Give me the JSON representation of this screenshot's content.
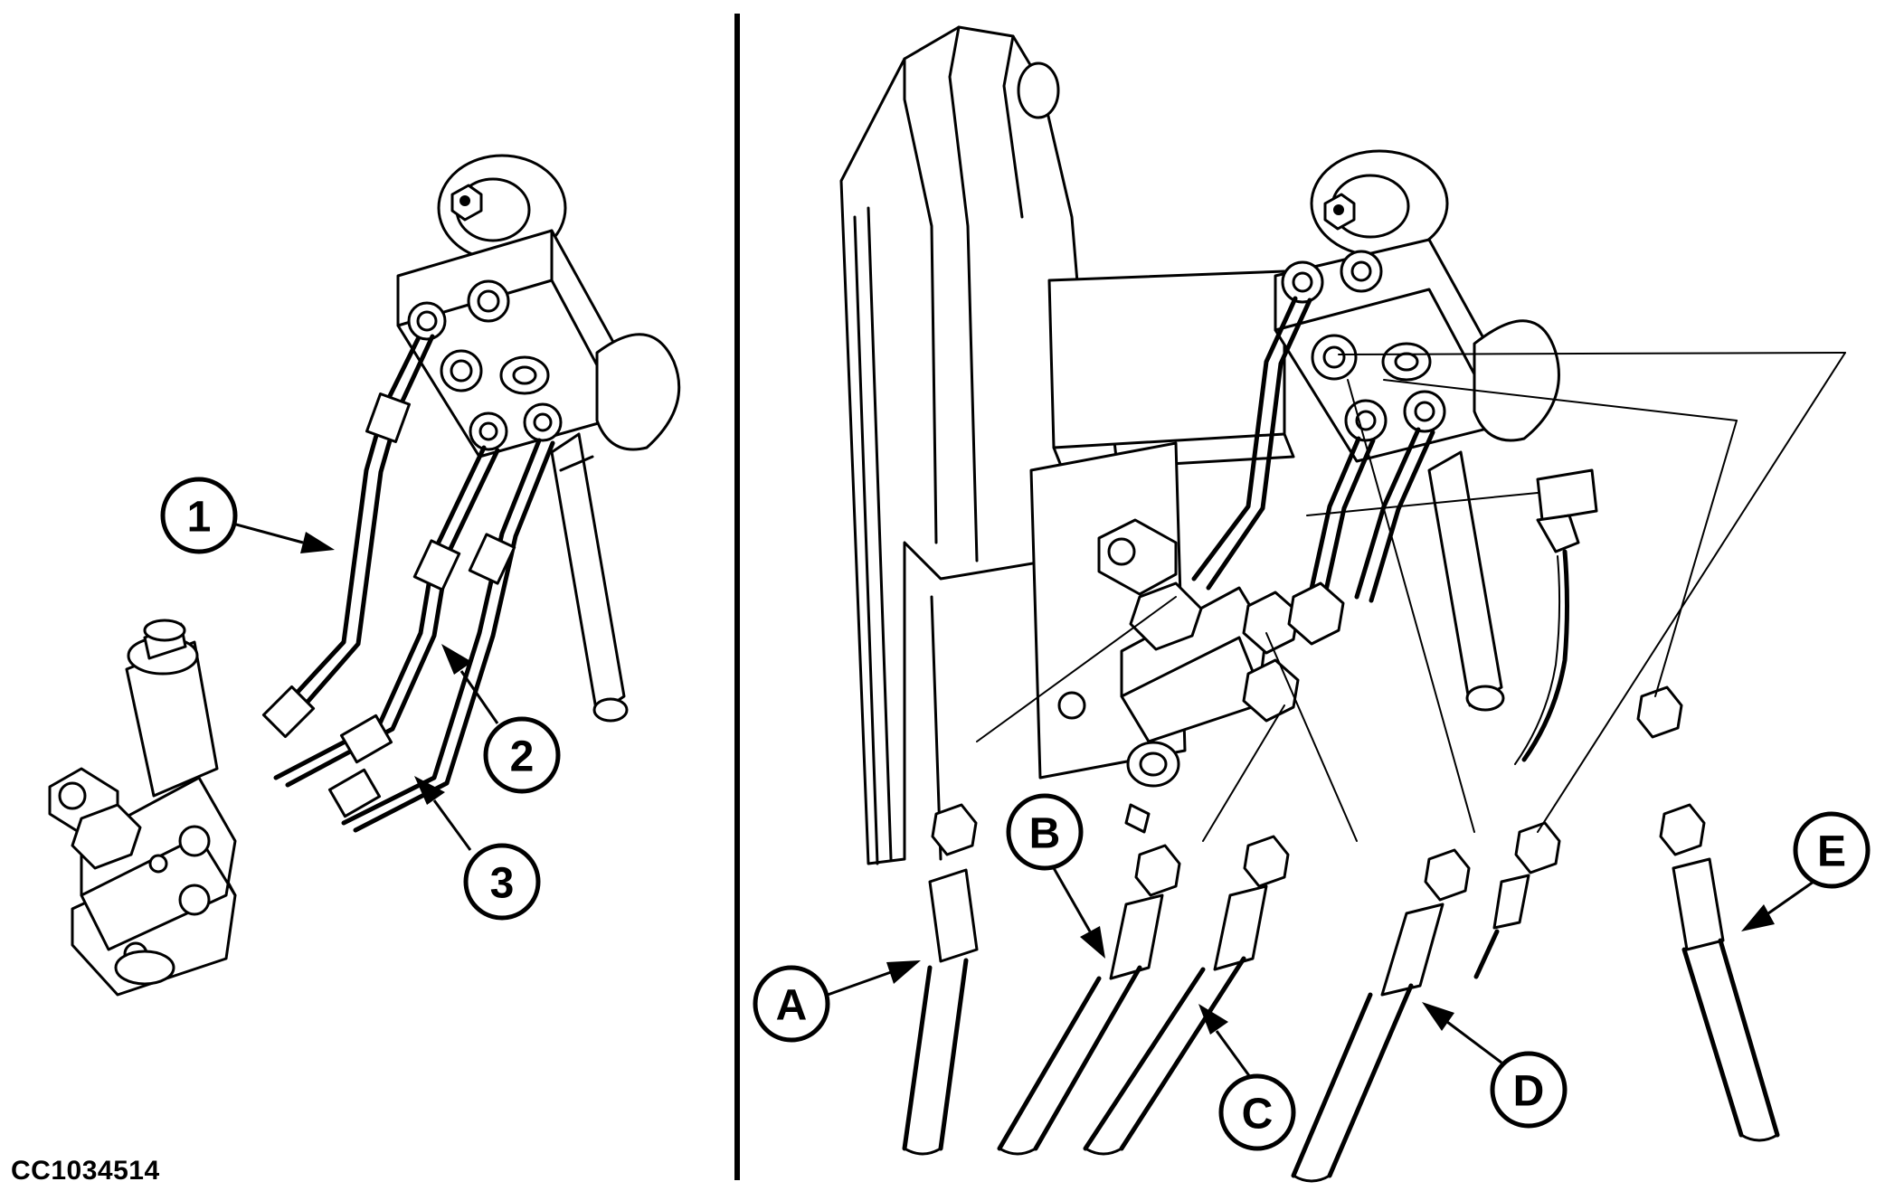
{
  "figure": {
    "id": "CC1034514"
  },
  "left_panel": {
    "callouts": [
      {
        "label": "1",
        "name": "callout-1"
      },
      {
        "label": "2",
        "name": "callout-2"
      },
      {
        "label": "3",
        "name": "callout-3"
      }
    ]
  },
  "right_panel": {
    "callouts": [
      {
        "label": "A",
        "name": "callout-a"
      },
      {
        "label": "B",
        "name": "callout-b"
      },
      {
        "label": "C",
        "name": "callout-c"
      },
      {
        "label": "D",
        "name": "callout-d"
      },
      {
        "label": "E",
        "name": "callout-e"
      }
    ]
  }
}
